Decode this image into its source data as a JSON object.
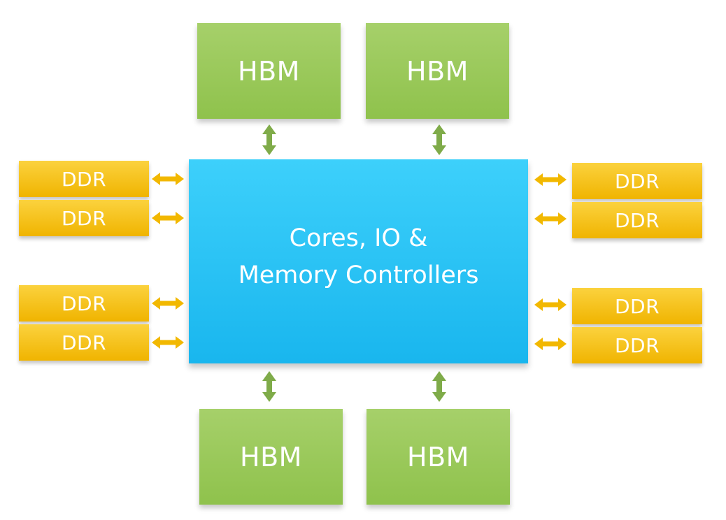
{
  "diagram": {
    "core": {
      "line1": "Cores, IO &",
      "line2": "Memory Controllers"
    },
    "hbm": [
      "HBM",
      "HBM",
      "HBM",
      "HBM"
    ],
    "ddr": {
      "left": [
        "DDR",
        "DDR",
        "DDR",
        "DDR"
      ],
      "right": [
        "DDR",
        "DDR",
        "DDR",
        "DDR"
      ]
    },
    "colors": {
      "hbm": "#99c85a",
      "ddr": "#f7c31a",
      "core": "#2cc3f5",
      "hbm_arrow": "#7fab49",
      "ddr_arrow": "#f2b800"
    }
  }
}
